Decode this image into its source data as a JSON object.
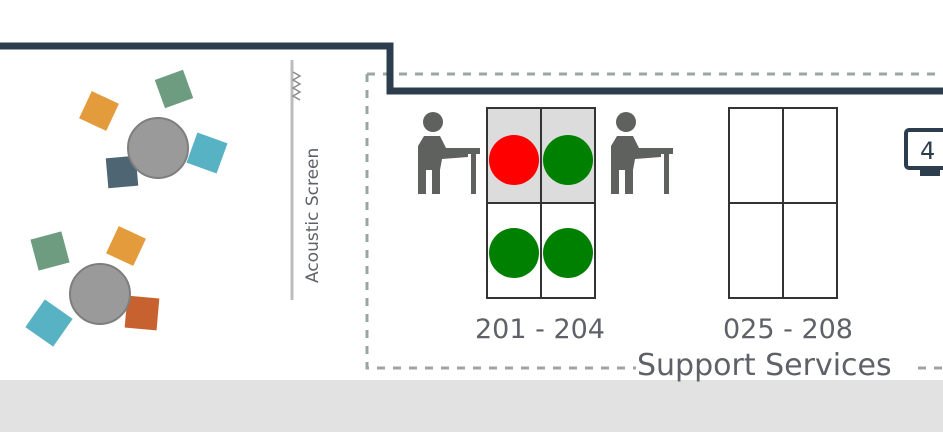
{
  "map": {
    "acoustic_screen_label": "Acoustic Screen",
    "zone_label": "Support Services",
    "monitor_label": "4",
    "desk_groups": [
      {
        "label": "201 - 204",
        "desks": [
          {
            "status": "booked",
            "color": "#ff0000"
          },
          {
            "status": "available",
            "color": "#008000"
          },
          {
            "status": "available",
            "color": "#008000"
          },
          {
            "status": "available",
            "color": "#008000"
          }
        ]
      },
      {
        "label": "025 - 208",
        "desks": [
          {
            "status": "none"
          },
          {
            "status": "none"
          },
          {
            "status": "none"
          },
          {
            "status": "none"
          }
        ]
      }
    ],
    "colors": {
      "wall": "#2c3e4d",
      "dashed_boundary": "#9aa7a0",
      "table": "#9a9a9a",
      "floor_strip": "#e1e2e1",
      "chair_orange": "#e39b3c",
      "chair_green": "#6e9c80",
      "chair_teal": "#57b3c4",
      "chair_slate": "#4e6674",
      "chair_rust": "#c7612f",
      "person": "#5f615f"
    },
    "icons": [
      "standing-desk-icon",
      "standing-desk-icon",
      "monitor-icon"
    ]
  }
}
